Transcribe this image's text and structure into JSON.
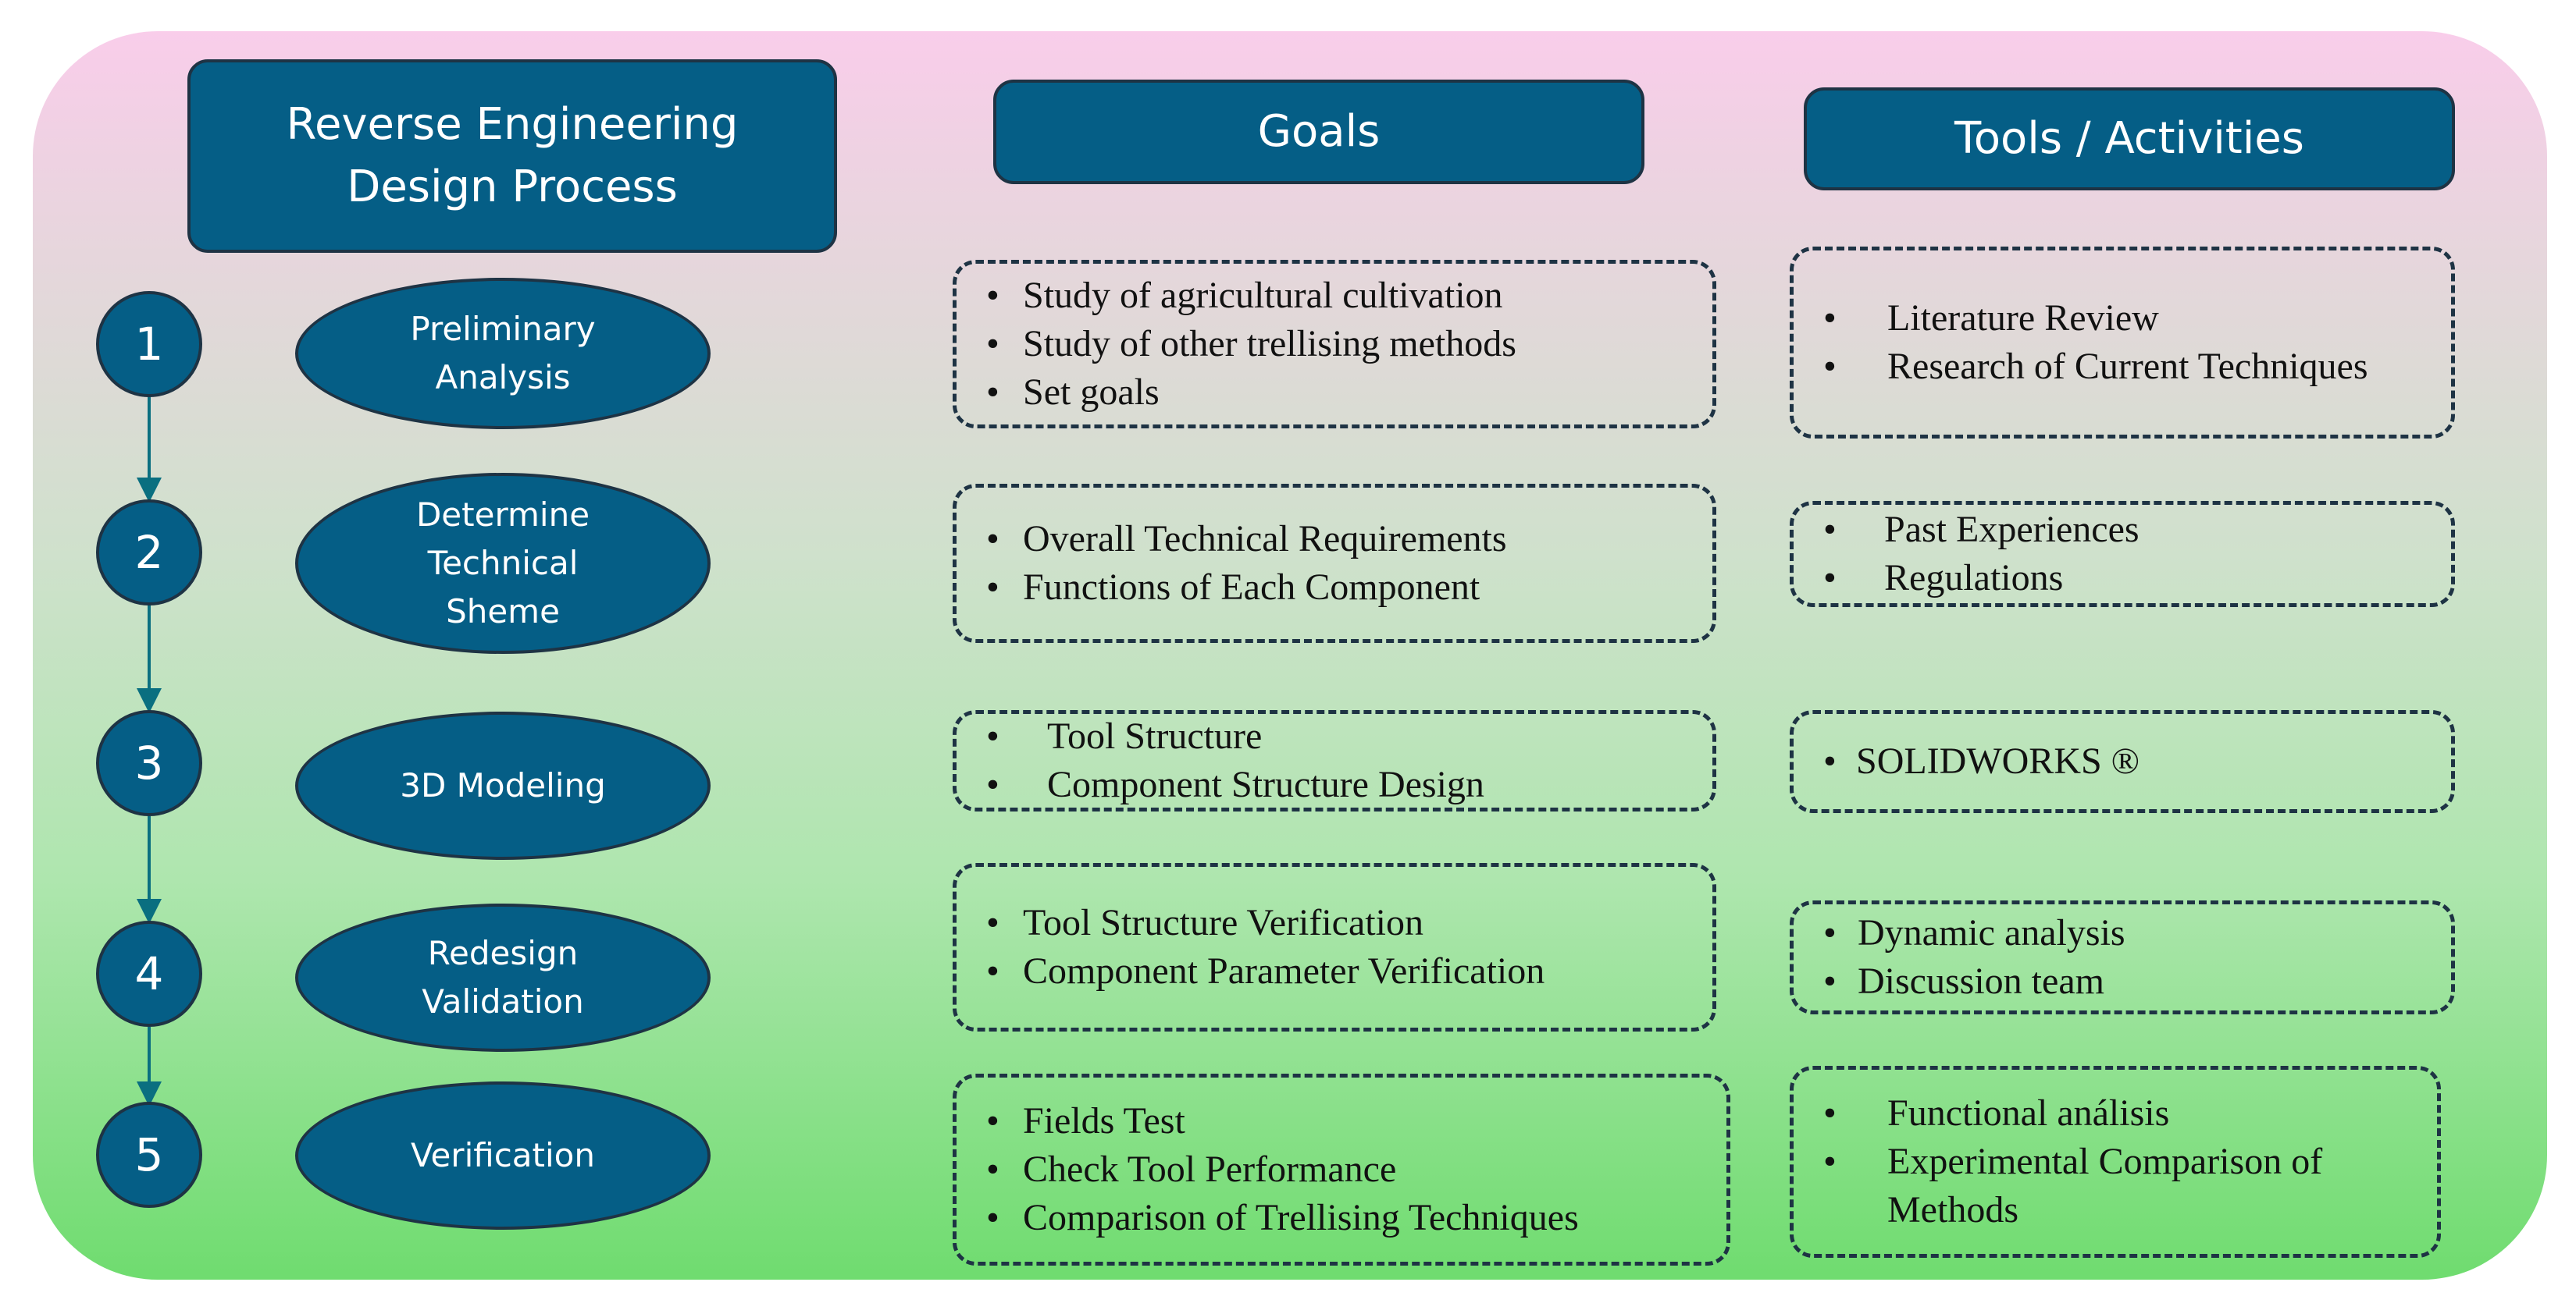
{
  "headers": {
    "process": "Reverse Engineering\nDesign Process",
    "goals": "Goals",
    "tools": "Tools / Activities"
  },
  "steps": [
    {
      "number": "1",
      "name": "Preliminary\nAnalysis",
      "goals": [
        "Study of agricultural cultivation",
        "Study of other trellising methods",
        "Set goals"
      ],
      "tools": [
        "Literature Review",
        "Research of Current Techniques"
      ]
    },
    {
      "number": "2",
      "name": "Determine\nTechnical\nSheme",
      "goals": [
        "Overall Technical Requirements",
        "Functions of Each Component"
      ],
      "tools": [
        "Past Experiences",
        "Regulations"
      ]
    },
    {
      "number": "3",
      "name": "3D Modeling",
      "goals": [
        "Tool Structure",
        "Component Structure Design"
      ],
      "tools": [
        "SOLIDWORKS ®"
      ]
    },
    {
      "number": "4",
      "name": "Redesign\nValidation",
      "goals": [
        "Tool Structure Verification",
        "Component Parameter Verification"
      ],
      "tools": [
        "Dynamic analysis",
        "Discussion team"
      ]
    },
    {
      "number": "5",
      "name": "Verification",
      "goals": [
        "Fields Test",
        "Check Tool Performance",
        "Comparison of Trellising Techniques"
      ],
      "tools": [
        "Functional análisis",
        "Experimental Comparison of Methods"
      ]
    }
  ],
  "colors": {
    "node_fill": "#055e86",
    "border": "#1e3344",
    "bg_top": "#f9cdea",
    "bg_bottom": "#6fdc6f"
  }
}
